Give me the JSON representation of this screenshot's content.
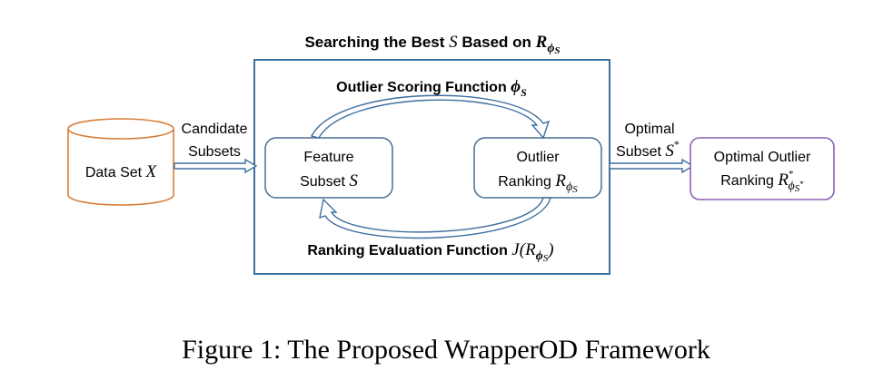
{
  "top_title": {
    "prefix": "Searching the Best ",
    "var": "S",
    "mid": " Based on ",
    "math_main": "R",
    "math_sub": "ϕ",
    "math_subsub": "S"
  },
  "scoring": {
    "label": "Outlier Scoring Function ",
    "math_main": "ϕ",
    "math_sub": "S"
  },
  "evaluation": {
    "label": "Ranking Evaluation Function ",
    "math_prefix": "J(",
    "math_main": "R",
    "math_sub": "ϕ",
    "math_subsub": "S",
    "math_suffix": ")"
  },
  "dataset": {
    "label": "Data Set ",
    "var": "X"
  },
  "candidate": {
    "line1": "Candidate",
    "line2": "Subsets"
  },
  "feature": {
    "line1": "Feature",
    "line2_text": "Subset ",
    "line2_var": "S"
  },
  "outlier": {
    "line1": "Outlier",
    "line2_text": "Ranking ",
    "math_main": "R",
    "math_sub": "ϕ",
    "math_subsub": "S"
  },
  "optimal_subset": {
    "line1": "Optimal",
    "line2_text": "Subset ",
    "math_main": "S",
    "math_sup": "*"
  },
  "optimal_ranking": {
    "line1": "Optimal Outlier",
    "line2_text": "Ranking ",
    "math_main": "R",
    "math_sup": "*",
    "math_sub": "ϕ",
    "math_subsub": "S",
    "math_subsubsup": "*"
  },
  "caption": "Figure 1: The Proposed WrapperOD Framework",
  "colors": {
    "frame": "#3e6f9e",
    "node_border": "#4a6f91",
    "cylinder": "#d77f3a",
    "optimal_border": "#8e5fb3",
    "arrow_fill": "#ffffff",
    "arrow_stroke": "#3e6f9e",
    "text": "#000000"
  }
}
